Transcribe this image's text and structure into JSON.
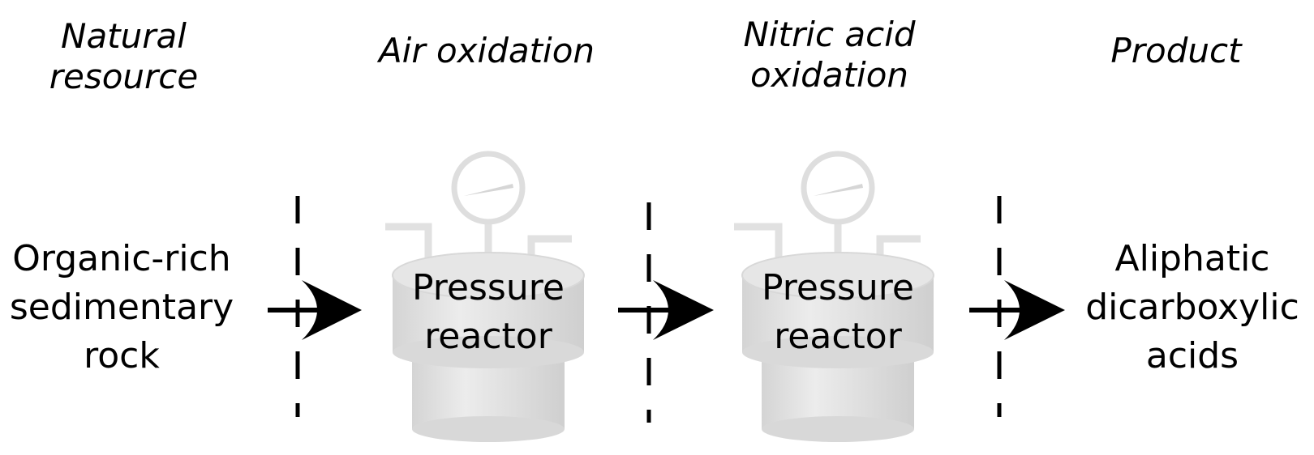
{
  "stages": [
    {
      "title_lines": [
        "Natural",
        "resource"
      ]
    },
    {
      "title_lines": [
        "Air oxidation"
      ]
    },
    {
      "title_lines": [
        "Nitric acid",
        "oxidation"
      ]
    },
    {
      "title_lines": [
        "Product"
      ]
    }
  ],
  "input": {
    "lines": [
      "Organic-rich",
      "sedimentary",
      "rock"
    ]
  },
  "reactors": [
    {
      "lines": [
        "Pressure",
        "reactor"
      ]
    },
    {
      "lines": [
        "Pressure",
        "reactor"
      ]
    }
  ],
  "output": {
    "lines": [
      "Aliphatic",
      "dicarboxylic",
      "acids"
    ]
  },
  "colors": {
    "reactor": "#e3e3e3",
    "reactor_edge": "#d2d2d2",
    "line": "#000000"
  }
}
